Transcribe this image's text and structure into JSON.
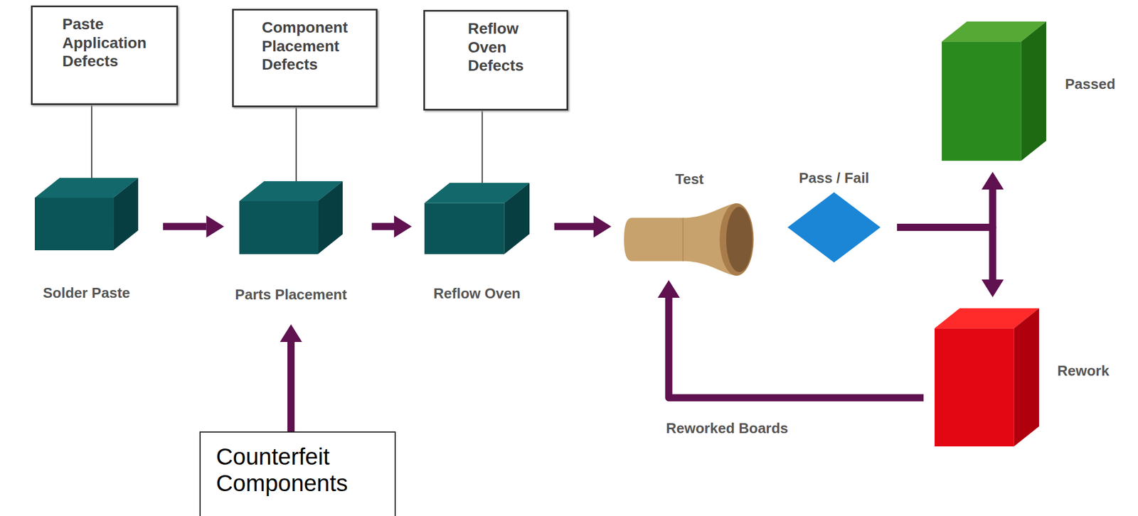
{
  "diagram": {
    "nodes": [
      {
        "text": [
          "Paste Application Defects"
        ]
      },
      {
        "text": [
          "Component Placement Defects"
        ]
      },
      {
        "text": [
          "Reflow Oven Defects"
        ]
      },
      {
        "text": [
          "Solder Paste"
        ]
      },
      {
        "text": [
          "Parts Placement"
        ]
      },
      {
        "text": [
          "Reflow Oven"
        ]
      },
      {
        "text": [
          "Test"
        ]
      },
      {
        "text": [
          "Pass / Fail"
        ]
      },
      {
        "text": [
          "Passed"
        ]
      },
      {
        "text": [
          "Rework"
        ]
      },
      {
        "text": [
          "Counterfeit Components"
        ]
      }
    ],
    "edges": [
      {
        "from": 3,
        "to": 4,
        "arrow": "to"
      },
      {
        "from": 4,
        "to": 5,
        "arrow": "to"
      },
      {
        "from": 5,
        "to": 6,
        "arrow": "to"
      },
      {
        "from": 7,
        "to": 8,
        "arrow": "to"
      },
      {
        "from": 7,
        "to": 9,
        "arrow": "to"
      },
      {
        "from": 9,
        "to": 6,
        "label": "Reworked Boards",
        "arrow": "to"
      },
      {
        "from": 0,
        "to": 3,
        "arrow": "none"
      },
      {
        "from": 1,
        "to": 4,
        "arrow": "none"
      },
      {
        "from": 2,
        "to": 5,
        "arrow": "none"
      },
      {
        "from": 10,
        "to": 4,
        "arrow": "to"
      }
    ]
  }
}
